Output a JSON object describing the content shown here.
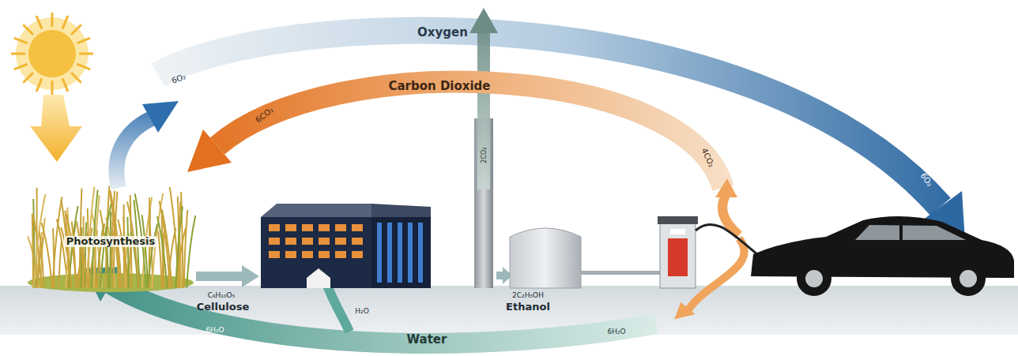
{
  "diagram": {
    "labels": [
      "Oxygen",
      "6O₂",
      "Carbon Dioxide",
      "6CO₂",
      "2CO₂",
      "4CO₂",
      "6O₂",
      "Photosynthesis",
      "C₆H₁₀O₅",
      "Cellulose",
      "H₂O",
      "2C₂H₅OH",
      "Ethanol",
      "6H₂O",
      "Water",
      "6H₂O"
    ]
  }
}
